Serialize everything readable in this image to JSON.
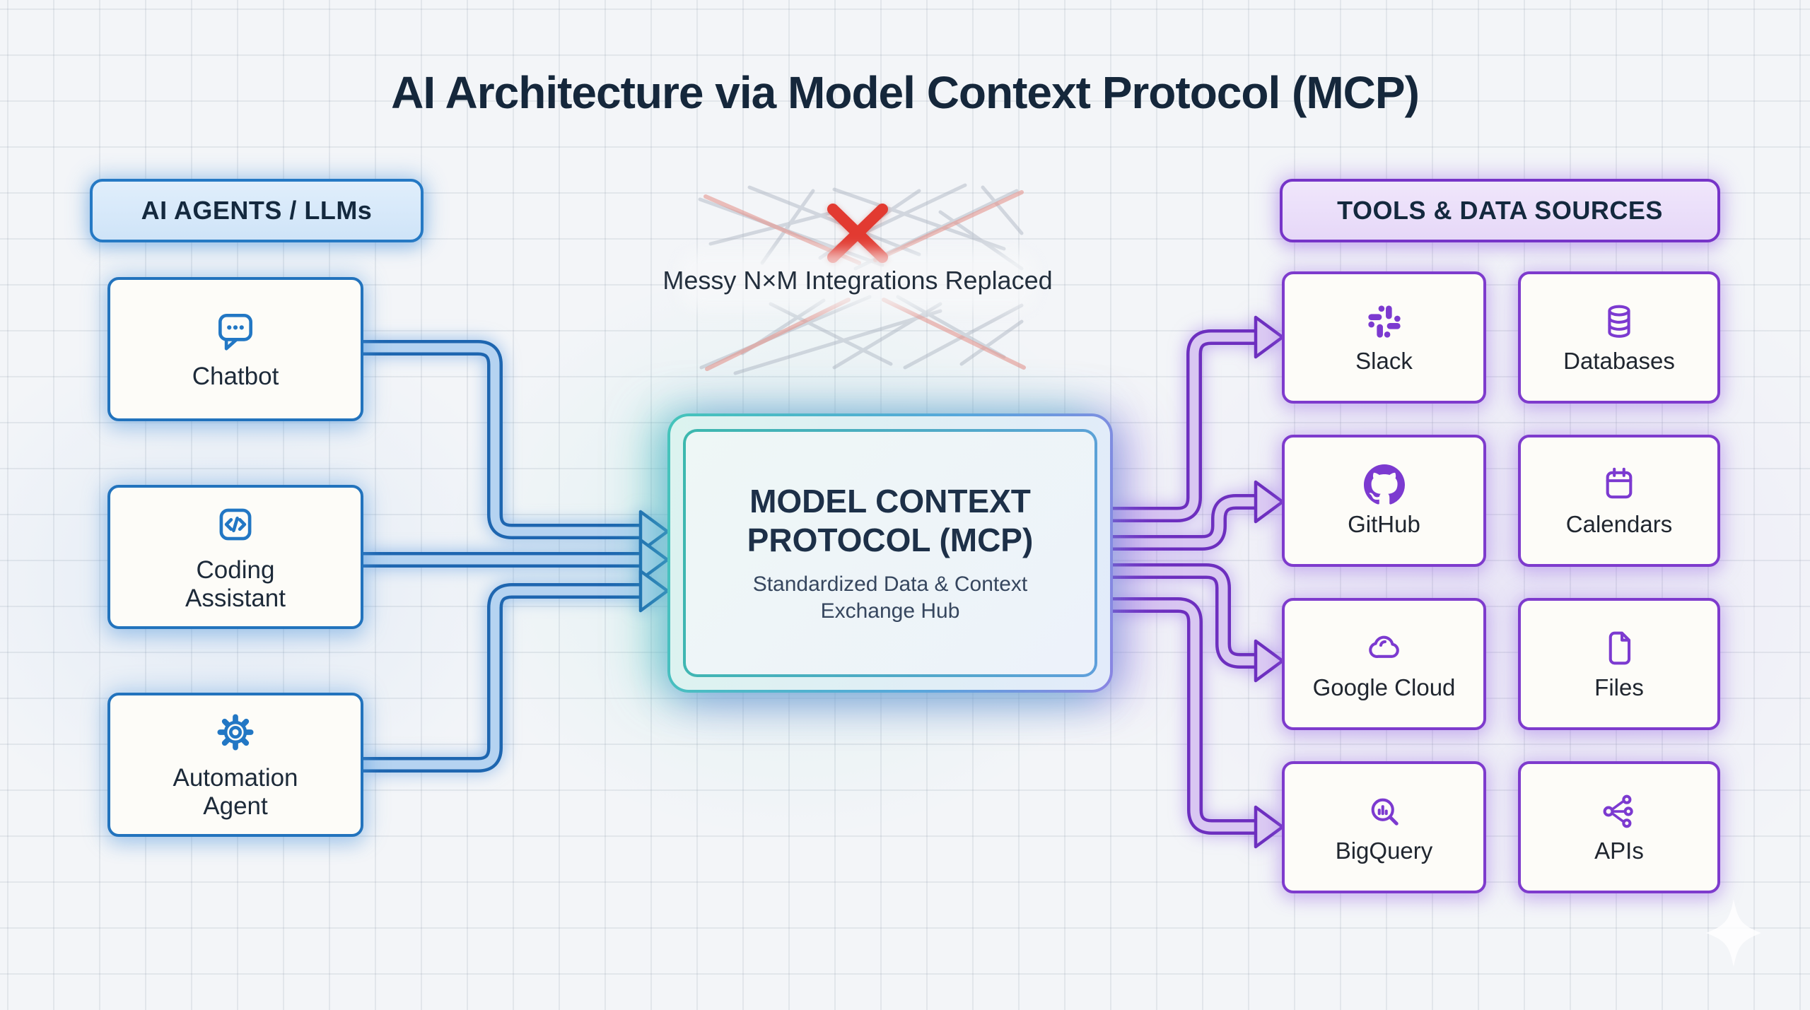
{
  "title": "AI Architecture via Model Context Protocol (MCP)",
  "agents_panel": {
    "header": "AI AGENTS / LLMs",
    "items": [
      {
        "label": "Chatbot",
        "icon": "chat-bubble-icon"
      },
      {
        "label": "Coding Assistant",
        "icon": "code-icon"
      },
      {
        "label": "Automation Agent",
        "icon": "gear-icon"
      }
    ]
  },
  "hub": {
    "title": "MODEL CONTEXT PROTOCOL (MCP)",
    "subtitle": "Standardized Data & Context Exchange Hub"
  },
  "integration_note": {
    "text": "Messy N×M Integrations Replaced",
    "icon": "red-x-icon"
  },
  "tools_panel": {
    "header": "TOOLS & DATA SOURCES",
    "items": [
      {
        "label": "Slack",
        "icon": "slack-icon"
      },
      {
        "label": "Databases",
        "icon": "database-icon"
      },
      {
        "label": "GitHub",
        "icon": "github-icon"
      },
      {
        "label": "Calendars",
        "icon": "calendar-icon"
      },
      {
        "label": "Google Cloud",
        "icon": "cloud-icon"
      },
      {
        "label": "Files",
        "icon": "file-icon"
      },
      {
        "label": "BigQuery",
        "icon": "bigquery-search-icon"
      },
      {
        "label": "APIs",
        "icon": "share-nodes-icon"
      }
    ]
  },
  "colors": {
    "agent_accent": "#2277c4",
    "tool_accent": "#7c3ad0",
    "hub_teal": "#41c2b8",
    "hub_blue": "#5b9fdb",
    "error_red": "#e23a31",
    "heading_text": "#14273c",
    "label_text": "#1d2a39"
  }
}
